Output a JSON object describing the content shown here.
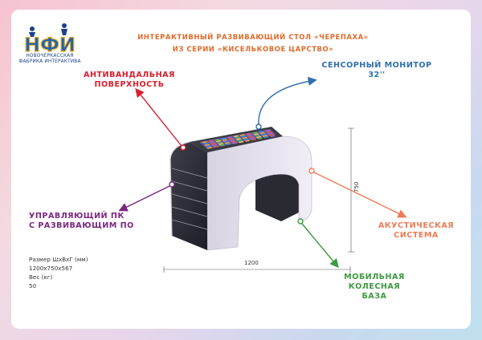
{
  "logo": {
    "letters": "НФИ",
    "caption_line1": "НОВОЧЕРКАССКАЯ",
    "caption_line2": "ФАБРИКА ИНТЕРАКТИВА"
  },
  "header": {
    "line1": "ИНТЕРАКТИВНЫЙ РАЗВИВАЮЩИЙ СТОЛ «ЧЕРЕПАХА»",
    "line2": "ИЗ СЕРИИ «КИСЕЛЬКОВОЕ ЦАРСТВО»"
  },
  "callouts": {
    "surface_line1": "АНТИВАНДАЛЬНАЯ",
    "surface_line2": "ПОВЕРХНОСТЬ",
    "monitor_line1": "СЕНСОРНЫЙ МОНИТОР",
    "monitor_line2": "32''",
    "pc_line1": "УПРАВЛЯЮЩИЙ ПК",
    "pc_line2": "С РАЗВИВАЮЩИМ ПО",
    "acoustic_line1": "АКУСТИЧЕСКАЯ",
    "acoustic_line2": "СИСТЕМА",
    "base_line1": "МОБИЛЬНАЯ КОЛЕСНАЯ",
    "base_line2": "БАЗА"
  },
  "specs": {
    "size_label": "Размер ШхВхГ (мм)",
    "size_value": "1200х750х567",
    "weight_label": "Вес (кг)",
    "weight_value": "50"
  },
  "dimensions": {
    "width": "1200",
    "height": "750"
  },
  "colors": {
    "red": "#d91f2e",
    "blue": "#2f6fb0",
    "purple": "#7a2680",
    "orange": "#ef7b55",
    "green": "#3c9a3e",
    "title": "#e06a2a"
  }
}
